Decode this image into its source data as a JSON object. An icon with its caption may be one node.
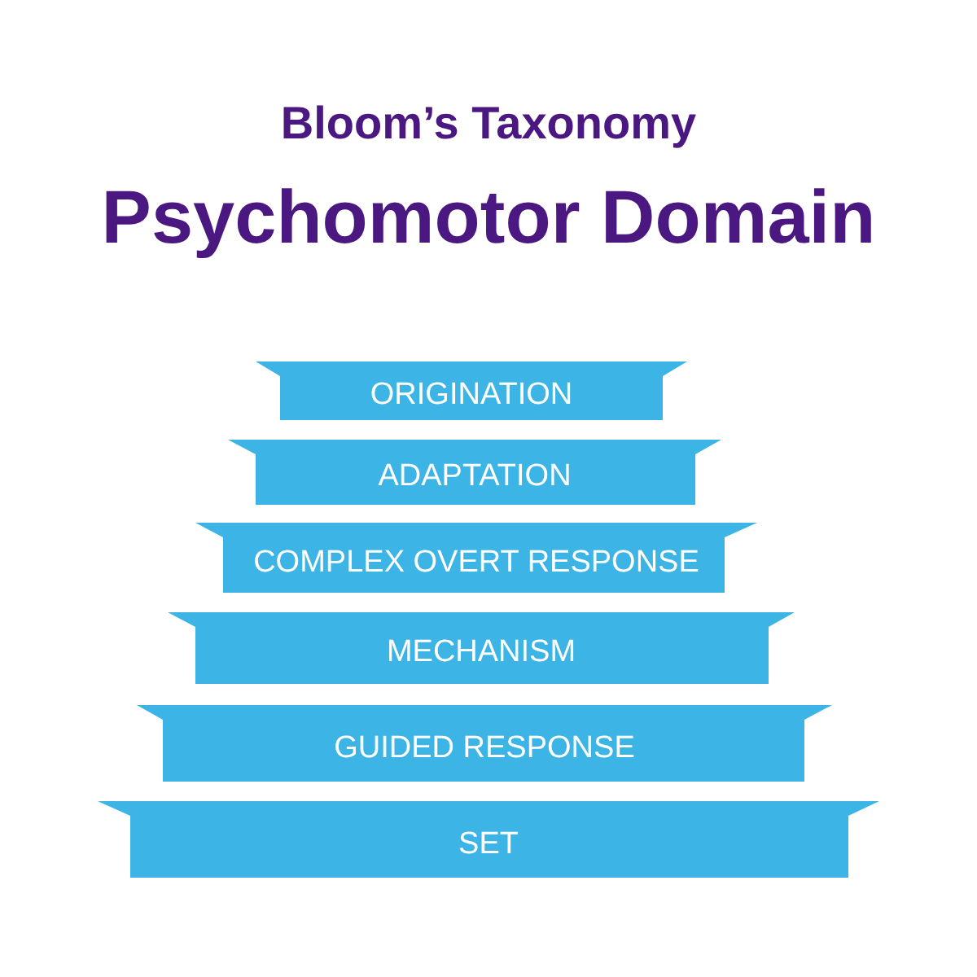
{
  "diagram": {
    "title": "Psychomotor Domain",
    "nodes": [
      {
        "text": [
          "ORIGINATION"
        ]
      },
      {
        "text": [
          "ADAPTATION"
        ]
      },
      {
        "text": [
          "COMPLEX OVERT RESPONSE"
        ]
      },
      {
        "text": [
          "MECHANISM"
        ]
      },
      {
        "text": [
          "GUIDED RESPONSE"
        ]
      },
      {
        "text": [
          "SET"
        ]
      }
    ],
    "labels": [
      "Bloom’s Taxonomy"
    ]
  }
}
